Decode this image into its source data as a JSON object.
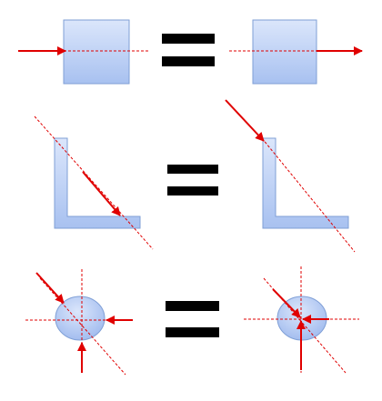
{
  "colors": {
    "background": "#ffffff",
    "shape_fill_light": "#dbe6fb",
    "shape_fill_dark": "#a8c1f0",
    "shape_stroke": "#7f9fd6",
    "force_arrow": "#e00000",
    "line_of_action": "#e00000",
    "equals_sign": "#000000"
  },
  "rows": [
    {
      "left_shape": "square",
      "right_shape": "square",
      "relation": "equals",
      "meaning": "force-slides-along-line-of-action"
    },
    {
      "left_shape": "angle-bracket",
      "right_shape": "angle-bracket",
      "relation": "equals",
      "meaning": "force-slides-along-line-of-action"
    },
    {
      "left_shape": "ellipse",
      "right_shape": "ellipse",
      "relation": "equals",
      "meaning": "concurrent-forces-moved-to-common-point"
    }
  ]
}
